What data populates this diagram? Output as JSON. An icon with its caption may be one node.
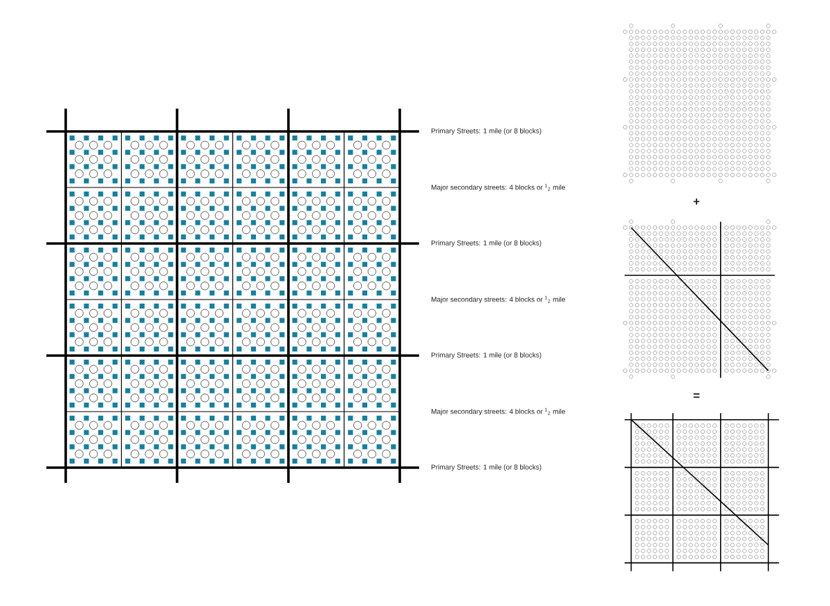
{
  "diagram": {
    "labels": [
      "Primary Streets: 1 mile (or 8 blocks)",
      "Major secondary streets: 4 blocks or $^{1}$$_{2}$ mile",
      "Primary Streets: 1 mile (or 8 blocks)",
      "Major secondary streets: 4 blocks or $^{1}$$_{2}$ mile",
      "Primary Streets: 1 mile (or 8 blocks)",
      "Major secondary streets: 4 blocks or $^{1}$$_{2}$ mile",
      "Primary Streets: 1 mile (or 8 blocks)",
      "+",
      "="
    ]
  }
}
